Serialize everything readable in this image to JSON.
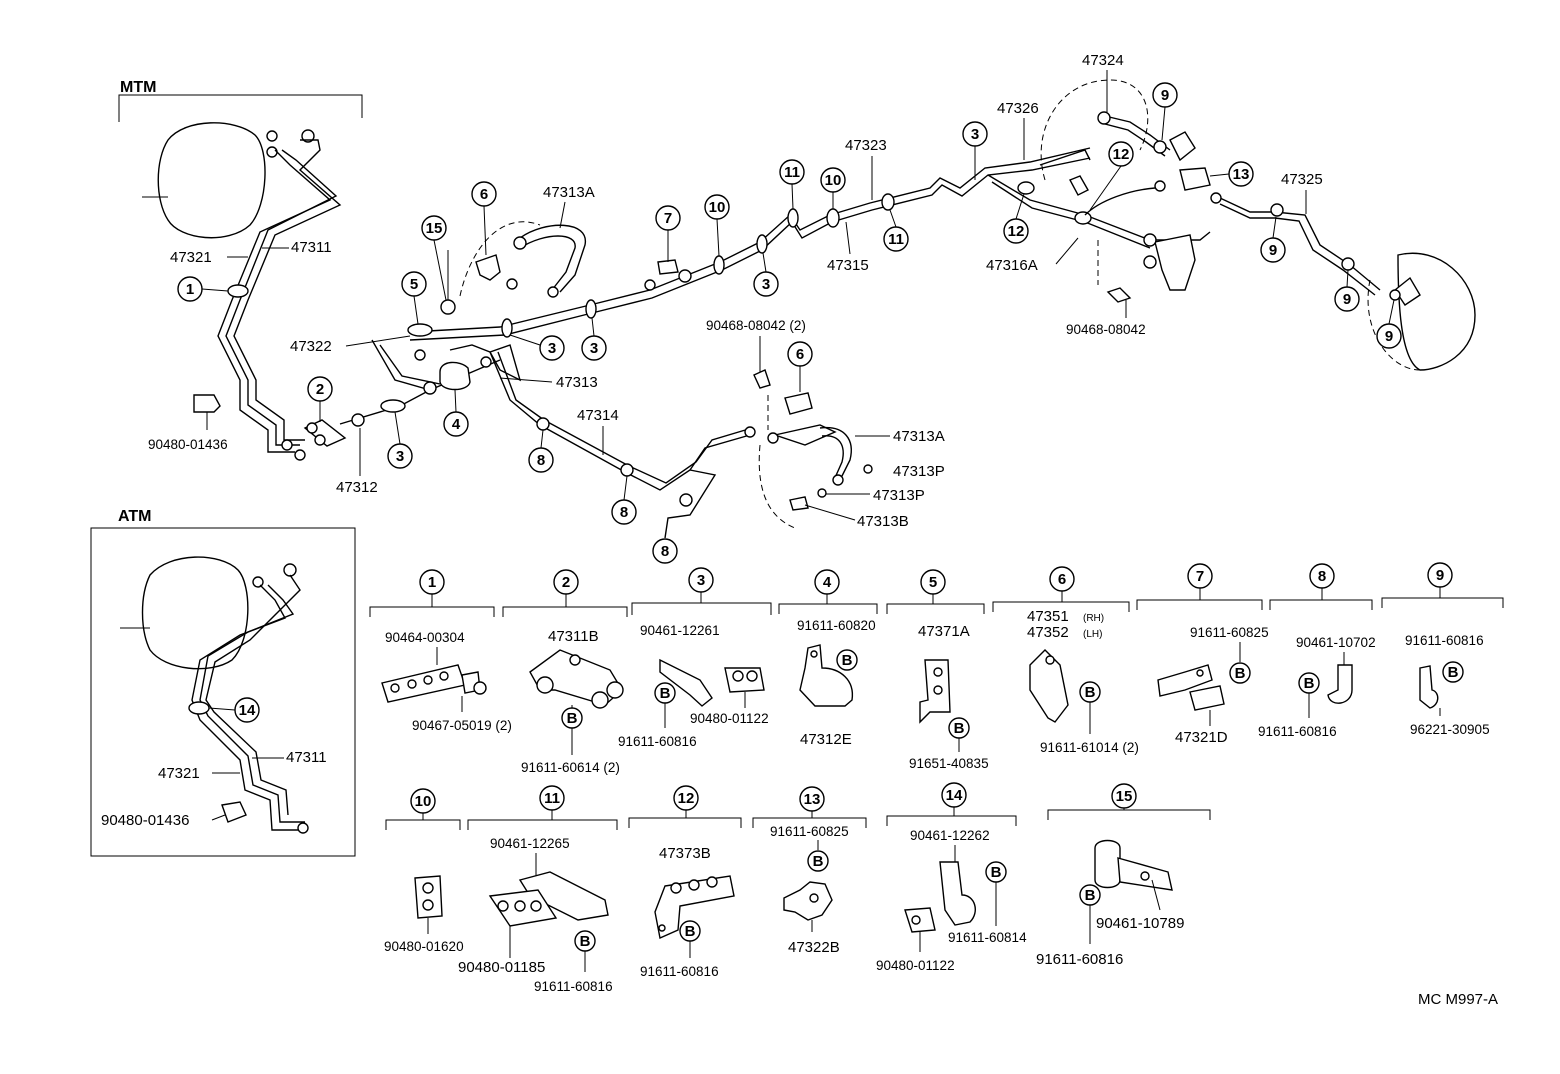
{
  "diagram": {
    "code": "MC M997-A",
    "sections": {
      "mtm": "MTM",
      "atm": "ATM"
    },
    "main_labels": {
      "p47321": "47321",
      "p47311": "47311",
      "p90480_01436": "90480-01436",
      "p47322": "47322",
      "p47312": "47312",
      "p47313A_top": "47313A",
      "p47313": "47313",
      "p47314": "47314",
      "p90468_08042_2": "90468-08042 (2)",
      "p47313A_right": "47313A",
      "p47313P_1": "47313P",
      "p47313P_2": "47313P",
      "p47313B": "47313B",
      "p47323": "47323",
      "p47315": "47315",
      "p47326": "47326",
      "p47324": "47324",
      "p47316A": "47316A",
      "p90468_08042": "90468-08042",
      "p47325": "47325"
    },
    "atm_labels": {
      "p47321": "47321",
      "p47311": "47311",
      "p90480_01436": "90480-01436"
    },
    "callout_numbers": [
      "1",
      "2",
      "3",
      "4",
      "5",
      "6",
      "7",
      "8",
      "9",
      "10",
      "11",
      "12",
      "13",
      "14",
      "15"
    ],
    "b_mark": "B",
    "groups": [
      {
        "n": "1",
        "labels": [
          "90464-00304",
          "90467-05019 (2)"
        ]
      },
      {
        "n": "2",
        "labels": [
          "47311B",
          "91611-60614 (2)"
        ]
      },
      {
        "n": "3",
        "labels": [
          "90461-12261",
          "91611-60816",
          "90480-01122"
        ]
      },
      {
        "n": "4",
        "labels": [
          "91611-60820",
          "47312E"
        ]
      },
      {
        "n": "5",
        "labels": [
          "47371A",
          "91651-40835"
        ]
      },
      {
        "n": "6",
        "labels": [
          "47351",
          "(RH)",
          "47352",
          "(LH)",
          "91611-61014 (2)"
        ]
      },
      {
        "n": "7",
        "labels": [
          "91611-60825",
          "47321D"
        ]
      },
      {
        "n": "8",
        "labels": [
          "90461-10702",
          "91611-60816"
        ]
      },
      {
        "n": "9",
        "labels": [
          "91611-60816",
          "96221-30905"
        ]
      },
      {
        "n": "10",
        "labels": [
          "90480-01620"
        ]
      },
      {
        "n": "11",
        "labels": [
          "90461-12265",
          "90480-01185",
          "91611-60816"
        ]
      },
      {
        "n": "12",
        "labels": [
          "47373B",
          "91611-60816"
        ]
      },
      {
        "n": "13",
        "labels": [
          "91611-60825",
          "47322B"
        ]
      },
      {
        "n": "14",
        "labels": [
          "90461-12262",
          "91611-60814",
          "90480-01122"
        ]
      },
      {
        "n": "15",
        "labels": [
          "90461-10789",
          "91611-60816"
        ]
      }
    ]
  }
}
